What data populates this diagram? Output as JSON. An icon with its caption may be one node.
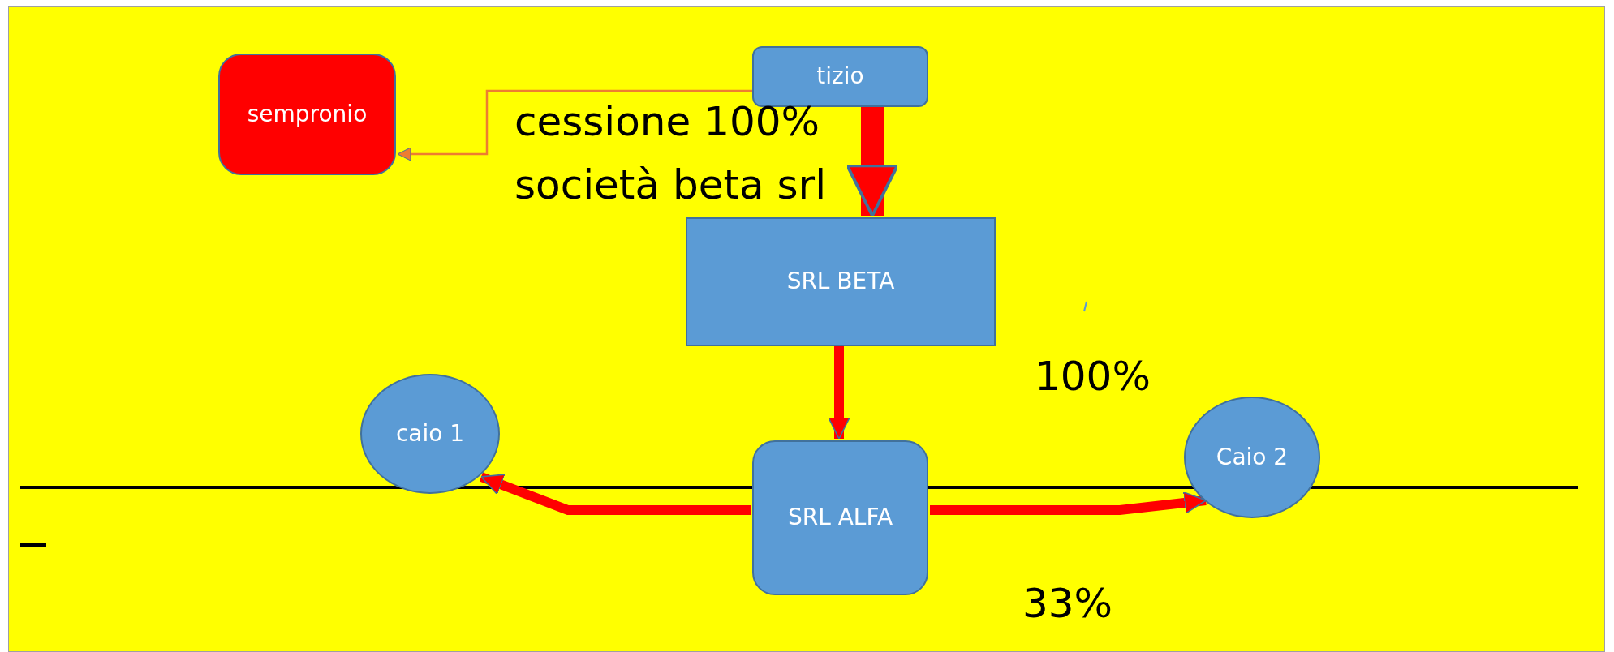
{
  "diagram": {
    "nodes": [
      {
        "text": [
          "sempronio"
        ]
      },
      {
        "text": [
          "tizio"
        ]
      },
      {
        "text": [
          "SRL BETA"
        ]
      },
      {
        "text": [
          "caio 1"
        ]
      },
      {
        "text": [
          "SRL ALFA"
        ]
      },
      {
        "text": [
          "Caio 2"
        ]
      }
    ],
    "edges": [
      {
        "from": 1,
        "to": 0,
        "arrow": "to",
        "color": "#ed7d31"
      },
      {
        "from": 1,
        "to": 2,
        "arrow": "to",
        "style": "thick"
      },
      {
        "from": 2,
        "to": 4,
        "arrow": "to"
      },
      {
        "from": 4,
        "to": 3,
        "arrow": "to"
      },
      {
        "from": 4,
        "to": 5,
        "arrow": "to"
      }
    ],
    "labels": [
      "cessione 100%",
      "società beta srl",
      "100%",
      "33%"
    ]
  }
}
